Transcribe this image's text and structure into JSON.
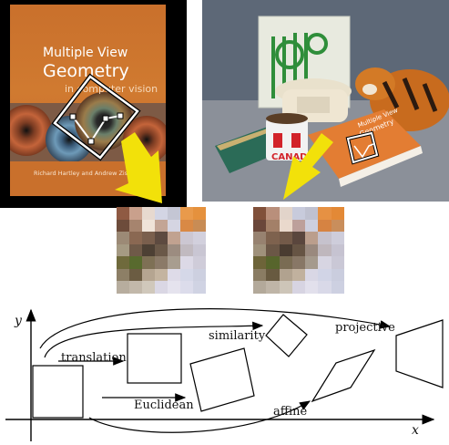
{
  "book": {
    "title_line1": "Multiple View",
    "title_line2": "Geometry",
    "subtitle": "in computer vision",
    "authors": "Richard Hartley and Andrew Zisserman"
  },
  "objects_photo": {
    "mug_text": "CANAD"
  },
  "transforms": {
    "translation": "translation",
    "similarity": "similarity",
    "projective": "projective",
    "euclidean": "Euclidean",
    "affine": "affine"
  },
  "axes": {
    "x_label": "x",
    "y_label": "y"
  },
  "colors": {
    "arrow": "#f2e10a",
    "book_orange": "#d07a30"
  },
  "patch_left": [
    "#8f5a43",
    "#c9a08c",
    "#e7d9cf",
    "#d3d5e4",
    "#c4c6d4",
    "#e99a4b",
    "#e5913d",
    "#6d4c3b",
    "#a6846e",
    "#efe3d8",
    "#c3a595",
    "#d5d5e2",
    "#d98945",
    "#c88c55",
    "#9c8a76",
    "#8a6852",
    "#7a5f4d",
    "#5d4a40",
    "#c1a290",
    "#ccc7d2",
    "#d2d0dd",
    "#a59a83",
    "#6f5a48",
    "#4d4034",
    "#6a5848",
    "#9c8c80",
    "#c1bac0",
    "#c9c6d3",
    "#6f6a3c",
    "#586a2e",
    "#7e7055",
    "#8b7a68",
    "#a89d8f",
    "#dcd9e6",
    "#cfccd9",
    "#8d7f66",
    "#6b5c42",
    "#b5a591",
    "#c4b4a0",
    "#dedbe8",
    "#d5d8e8",
    "#cdd0e0",
    "#b7ad9e",
    "#c2b8aa",
    "#d0c8bb",
    "#dad7e4",
    "#e5e3ee",
    "#dcdceb",
    "#d0d3e3"
  ],
  "patch_right": [
    "#80503a",
    "#b98f7b",
    "#e2d4ca",
    "#c8cbdc",
    "#bfc1d0",
    "#e69143",
    "#e38936",
    "#6a473a",
    "#a38068",
    "#ead9cc",
    "#bda09b",
    "#cdcfde",
    "#d68342",
    "#c98e5c",
    "#978270",
    "#7e624e",
    "#735a49",
    "#5a463d",
    "#bb9e8c",
    "#c6c2cd",
    "#cecddb",
    "#9f917b",
    "#6b5746",
    "#4a3c31",
    "#665444",
    "#9a897e",
    "#bfb7bd",
    "#c6c3d1",
    "#6d6439",
    "#57652c",
    "#7a6c53",
    "#887766",
    "#a59a8d",
    "#d7d5e2",
    "#cac8d6",
    "#8a7c63",
    "#685a40",
    "#b1a28f",
    "#c1b19e",
    "#d9d7e5",
    "#d1d4e6",
    "#cacdde",
    "#b3a99a",
    "#bfb5a7",
    "#cdc5b8",
    "#d7d4e2",
    "#e2e0ec",
    "#d9d9e8",
    "#cdd0e1"
  ]
}
